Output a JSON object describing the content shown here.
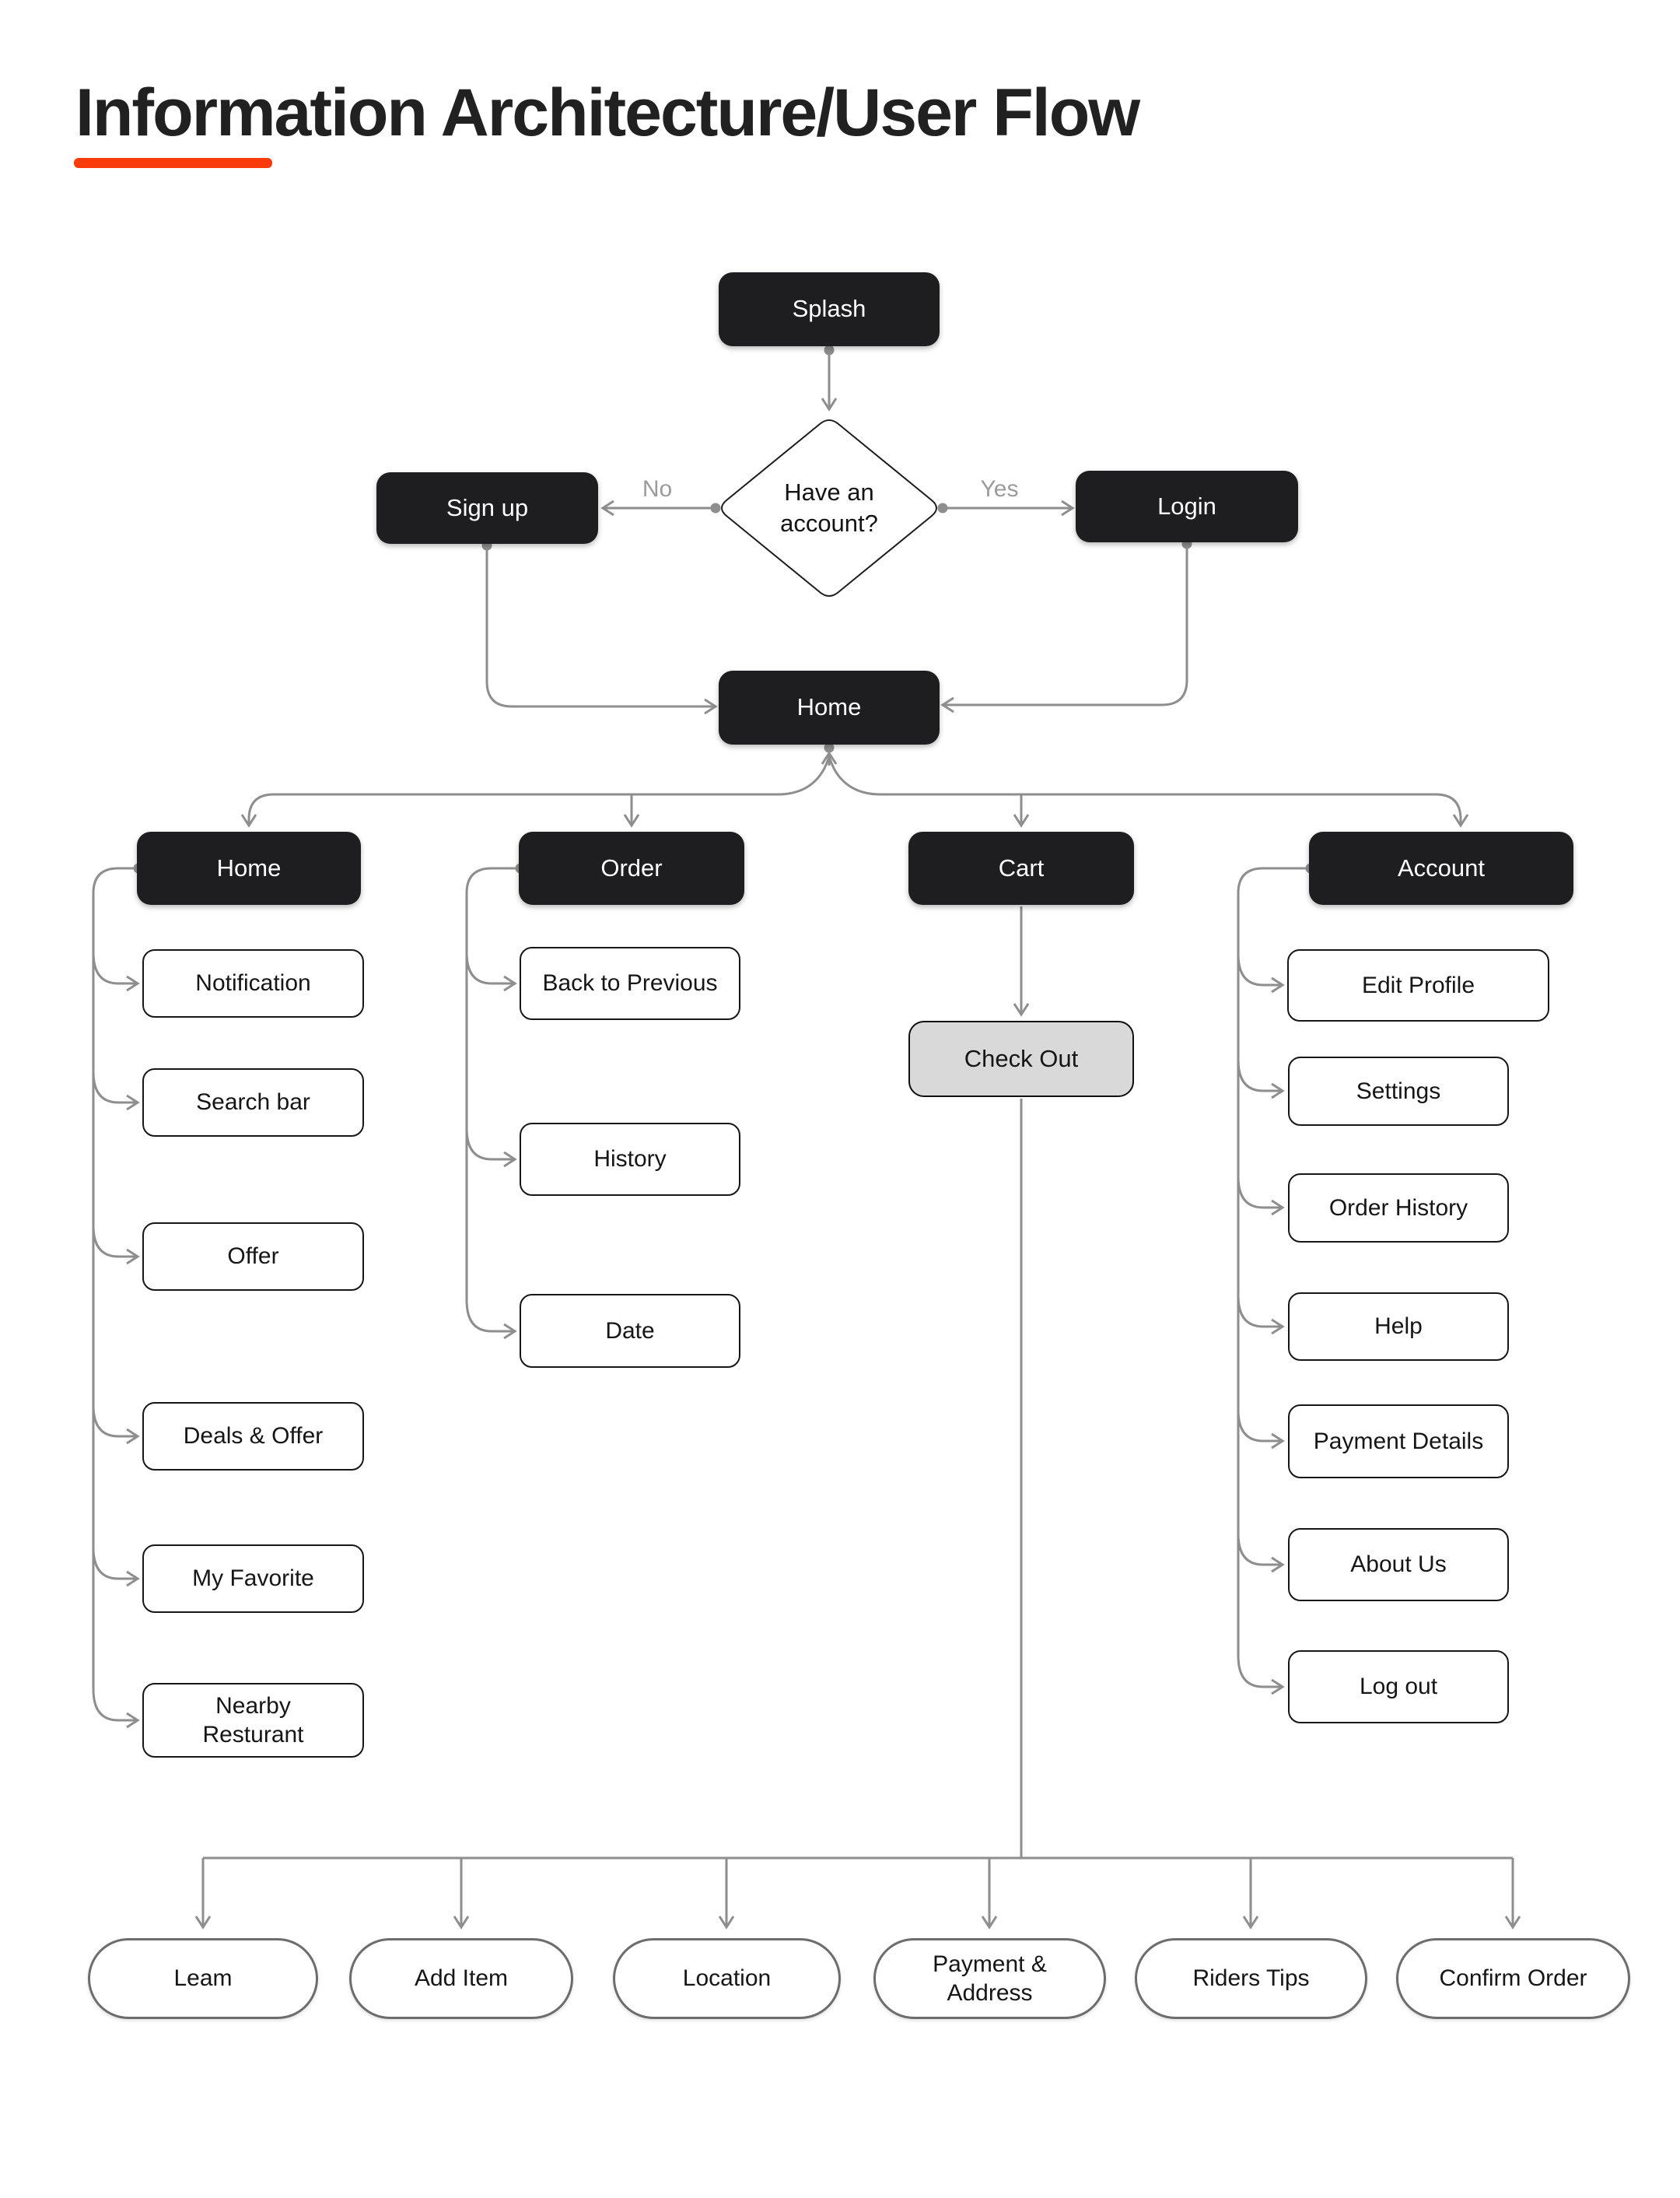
{
  "page": {
    "title": "Information Architecture/User Flow"
  },
  "flow": {
    "splash": "Splash",
    "decision": {
      "question": "Have an account?",
      "no": "No",
      "yes": "Yes"
    },
    "signup": "Sign up",
    "login": "Login",
    "home": "Home"
  },
  "columns": {
    "home": {
      "header": "Home",
      "children": [
        "Notification",
        "Search bar",
        "Offer",
        "Deals & Offer",
        "My Favorite",
        "Nearby Resturant"
      ]
    },
    "order": {
      "header": "Order",
      "children": [
        "Back to Previous",
        "History",
        "Date"
      ]
    },
    "cart": {
      "header": "Cart",
      "checkout": "Check Out"
    },
    "account": {
      "header": "Account",
      "children": [
        "Edit Profile",
        "Settings",
        "Order History",
        "Help",
        "Payment Details",
        "About Us",
        "Log out"
      ]
    }
  },
  "checkout_flow": [
    "Leam",
    "Add Item",
    "Location",
    "Payment & Address",
    "Riders Tips",
    "Confirm Order"
  ],
  "colors": {
    "dark_node": "#1e1e20",
    "checkout_fill": "#d9d9d9",
    "connector": "#8e8e8e",
    "accent_underline": "#fa3b0c"
  }
}
